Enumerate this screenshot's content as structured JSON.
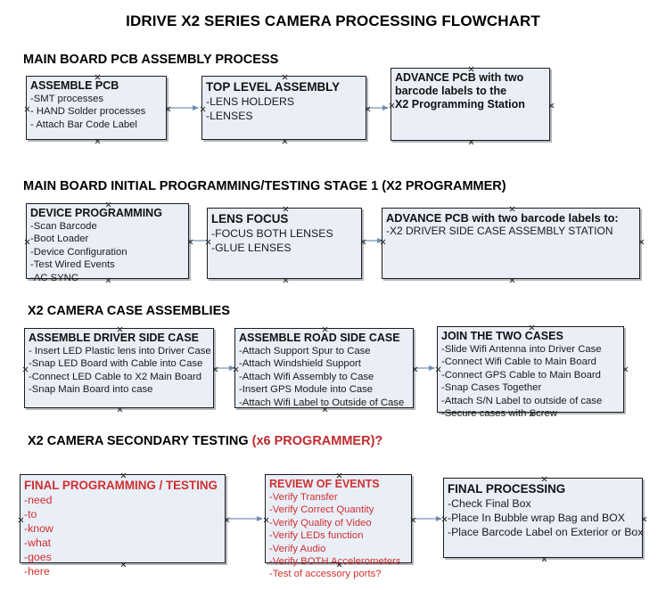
{
  "document": {
    "title": "IDRIVE X2  SERIES CAMERA PROCESSING FLOWCHART"
  },
  "sections": [
    {
      "id": "main-board-pcb-assembly-process",
      "heading": "MAIN BOARD PCB ASSEMBLY PROCESS",
      "heading_accent": ""
    },
    {
      "id": "main-board-initial-programming",
      "heading": "MAIN BOARD INITIAL PROGRAMMING/TESTING STAGE 1 (X2 PROGRAMMER)",
      "heading_accent": ""
    },
    {
      "id": "x2-camera-case-assemblies",
      "heading": "X2 CAMERA CASE ASSEMBLIES",
      "heading_accent": ""
    },
    {
      "id": "x2-camera-secondary-testing",
      "heading": "X2 CAMERA SECONDARY TESTING ",
      "heading_accent": "(x6 PROGRAMMER)?"
    }
  ],
  "nodes": {
    "assemble_pcb": {
      "header": "ASSEMBLE PCB",
      "lines": [
        "-SMT processes",
        "- HAND Solder processes",
        "- Attach Bar Code Label"
      ]
    },
    "top_level_assembly": {
      "header": "TOP LEVEL ASSEMBLY",
      "lines": [
        "-LENS HOLDERS",
        "-LENSES"
      ]
    },
    "advance_pcb_station": {
      "header": "ADVANCE PCB with two",
      "lines": [
        "barcode labels to the",
        " X2 Programming Station"
      ]
    },
    "device_programming": {
      "header": "DEVICE PROGRAMMING",
      "lines": [
        "-Scan Barcode",
        "-Boot Loader",
        "-Device Configuration",
        "-Test Wired Events",
        "-AC SYNC"
      ]
    },
    "lens_focus": {
      "header": "LENS FOCUS",
      "lines": [
        "-FOCUS BOTH LENSES",
        "-GLUE LENSES"
      ]
    },
    "advance_pcb_driver_side": {
      "header": "ADVANCE PCB with two barcode labels to:",
      "lines": [
        "-X2 DRIVER  SIDE  CASE  ASSEMBLY STATION"
      ]
    },
    "assemble_driver_side_case": {
      "header": "ASSEMBLE DRIVER SIDE CASE",
      "lines": [
        "- Insert LED Plastic lens into Driver Case",
        "-Snap LED Board with Cable into Case",
        "-Connect LED Cable to X2 Main Board",
        "-Snap Main Board into case"
      ]
    },
    "assemble_road_side_case": {
      "header": "ASSEMBLE ROAD SIDE CASE",
      "lines": [
        "-Attach Support Spur to Case",
        "-Attach Windshield Support",
        "-Attach Wifi Assembly to Case",
        "-Insert GPS Module into Case",
        "-Attach Wifi Label to Outside of Case"
      ]
    },
    "join_the_two_cases": {
      "header": "JOIN THE TWO CASES",
      "lines": [
        "-Slide Wifi Antenna into Driver Case",
        "-Connect Wifi Cable to Main Board",
        "-Connect GPS Cable to Main Board",
        "-Snap Cases Together",
        "-Attach S/N Label to outside of case",
        "-Secure cases with Screw"
      ]
    },
    "final_programming_testing": {
      "header": "FINAL PROGRAMMING / TESTING",
      "lines": [
        "-need",
        "-to",
        "-know",
        "-what",
        "-goes",
        "-here"
      ]
    },
    "review_of_events": {
      "header": "REVIEW OF EVENTS",
      "lines": [
        "-Verify Transfer",
        "-Verify Correct Quantity",
        "-Verify Quality of Video",
        "-Verify LEDs function",
        "-Verify Audio",
        "-Verify BOTH Accelerometers",
        "-Test of accessory ports?"
      ]
    },
    "final_processing": {
      "header": "FINAL PROCESSING",
      "lines": [
        "-Check Final Box",
        "-Place In Bubble wrap Bag and BOX",
        "-Place Barcode Label on Exterior or Box"
      ]
    }
  },
  "colors": {
    "node_fill": "#e9eef7",
    "node_border": "#1d1d1d",
    "connector": "#8fa6c4",
    "accent_red": "#c1292e",
    "text": "#111111"
  }
}
